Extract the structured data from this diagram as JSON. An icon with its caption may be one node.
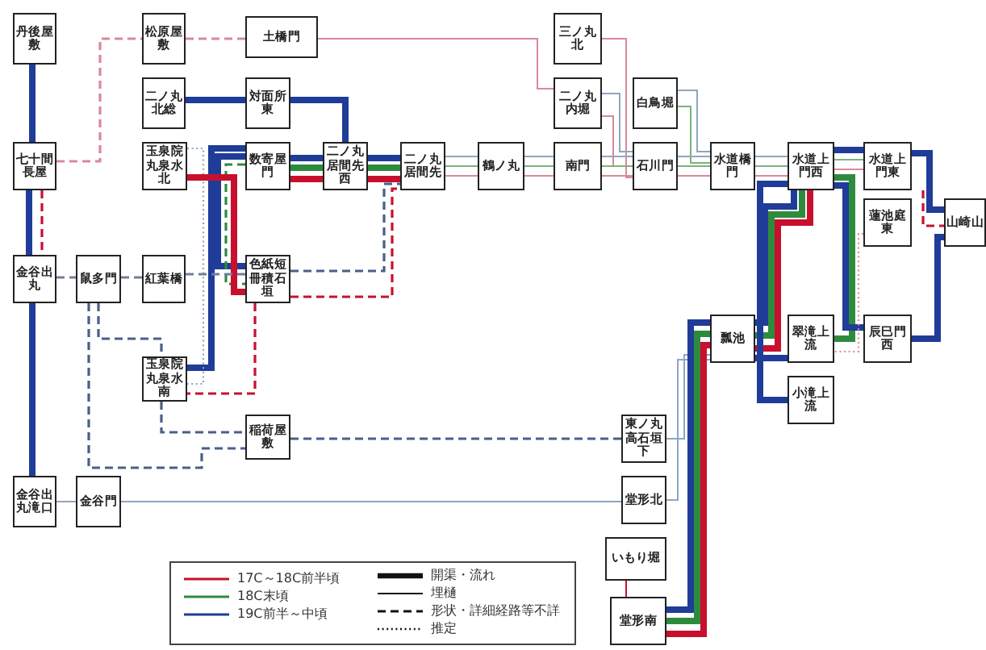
{
  "diagram": {
    "nodes": [
      {
        "text": [
          "丹後屋敷"
        ]
      },
      {
        "text": [
          "松原屋敷"
        ]
      },
      {
        "text": [
          "土橋門"
        ]
      },
      {
        "text": [
          "三ノ丸北"
        ]
      },
      {
        "text": [
          "二ノ丸北総"
        ]
      },
      {
        "text": [
          "対面所東"
        ]
      },
      {
        "text": [
          "二ノ丸内堀"
        ]
      },
      {
        "text": [
          "白鳥堀"
        ]
      },
      {
        "text": [
          "玉泉院丸泉水北"
        ]
      },
      {
        "text": [
          "数寄屋門"
        ]
      },
      {
        "text": [
          "二ノ丸居間先西"
        ]
      },
      {
        "text": [
          "二ノ丸居間先"
        ]
      },
      {
        "text": [
          "鶴ノ丸"
        ]
      },
      {
        "text": [
          "南門"
        ]
      },
      {
        "text": [
          "石川門"
        ]
      },
      {
        "text": [
          "水道橋門"
        ]
      },
      {
        "text": [
          "水道上門西"
        ]
      },
      {
        "text": [
          "水道上門東"
        ]
      },
      {
        "text": [
          "蓮池庭東"
        ]
      },
      {
        "text": [
          "山崎山"
        ]
      },
      {
        "text": [
          "七十間長屋"
        ]
      },
      {
        "text": [
          "金谷出丸"
        ]
      },
      {
        "text": [
          "鼠多門"
        ]
      },
      {
        "text": [
          "紅葉橋"
        ]
      },
      {
        "text": [
          "色紙短冊積石垣"
        ]
      },
      {
        "text": [
          "玉泉院丸泉水南"
        ]
      },
      {
        "text": [
          "稲荷屋敷"
        ]
      },
      {
        "text": [
          "東ノ丸高石垣下"
        ]
      },
      {
        "text": [
          "瓢池"
        ]
      },
      {
        "text": [
          "翠滝上流"
        ]
      },
      {
        "text": [
          "辰巳門西"
        ]
      },
      {
        "text": [
          "小滝上流"
        ]
      },
      {
        "text": [
          "金谷出丸滝口"
        ]
      },
      {
        "text": [
          "金谷門"
        ]
      },
      {
        "text": [
          "堂形北"
        ]
      },
      {
        "text": [
          "いもり堀"
        ]
      },
      {
        "text": [
          "堂形南"
        ]
      }
    ],
    "edges": [
      {
        "from": 0,
        "to": 20,
        "arrow": "none",
        "style": "thick",
        "color": "#1f3c99"
      },
      {
        "from": 20,
        "to": 21,
        "arrow": "none",
        "style": "thick",
        "color": "#1f3c99"
      },
      {
        "from": 20,
        "to": 21,
        "arrow": "none",
        "style": "dashed",
        "color": "#c8102e"
      },
      {
        "from": 21,
        "to": 32,
        "arrow": "none",
        "style": "thick",
        "color": "#1f3c99"
      },
      {
        "from": 20,
        "to": 1,
        "arrow": "none",
        "style": "dashed",
        "color": "#d88a99"
      },
      {
        "from": 1,
        "to": 2,
        "arrow": "none",
        "style": "dashed",
        "color": "#d88a99"
      },
      {
        "from": 2,
        "to": 6,
        "arrow": "none",
        "color": "#d88a99"
      },
      {
        "from": 3,
        "to": 14,
        "arrow": "none",
        "color": "#d88a99"
      },
      {
        "from": 6,
        "to": 14,
        "arrow": "none",
        "color": "#8fa6c0"
      },
      {
        "from": 6,
        "to": 14,
        "arrow": "none",
        "color": "#d88a99"
      },
      {
        "from": 7,
        "to": 15,
        "arrow": "none",
        "color": "#8fa6c0"
      },
      {
        "from": 7,
        "to": 15,
        "arrow": "none",
        "color": "#7fb07f"
      },
      {
        "from": 11,
        "to": 12,
        "arrow": "none",
        "color": "#8fa6c0"
      },
      {
        "from": 11,
        "to": 12,
        "arrow": "none",
        "color": "#7fb07f"
      },
      {
        "from": 11,
        "to": 12,
        "arrow": "none",
        "color": "#d88a99"
      },
      {
        "from": 12,
        "to": 13,
        "arrow": "none",
        "color": "#8fa6c0"
      },
      {
        "from": 12,
        "to": 13,
        "arrow": "none",
        "color": "#7fb07f"
      },
      {
        "from": 12,
        "to": 13,
        "arrow": "none",
        "color": "#d88a99"
      },
      {
        "from": 13,
        "to": 14,
        "arrow": "none",
        "color": "#8fa6c0"
      },
      {
        "from": 13,
        "to": 14,
        "arrow": "none",
        "color": "#7fb07f"
      },
      {
        "from": 13,
        "to": 14,
        "arrow": "none",
        "color": "#d88a99"
      },
      {
        "from": 14,
        "to": 15,
        "arrow": "none",
        "color": "#8fa6c0"
      },
      {
        "from": 14,
        "to": 15,
        "arrow": "none",
        "color": "#7fb07f"
      },
      {
        "from": 14,
        "to": 15,
        "arrow": "none",
        "color": "#d88a99"
      },
      {
        "from": 15,
        "to": 16,
        "arrow": "none",
        "color": "#8fa6c0"
      },
      {
        "from": 15,
        "to": 16,
        "arrow": "none",
        "color": "#7fb07f"
      },
      {
        "from": 15,
        "to": 16,
        "arrow": "none",
        "color": "#d88a99"
      },
      {
        "from": 10,
        "to": 11,
        "arrow": "none",
        "style": "thick",
        "color": "#1f3c99"
      },
      {
        "from": 10,
        "to": 11,
        "arrow": "none",
        "style": "thick",
        "color": "#2e8b3e"
      },
      {
        "from": 10,
        "to": 11,
        "arrow": "none",
        "style": "thick",
        "color": "#c8102e"
      },
      {
        "from": 9,
        "to": 10,
        "arrow": "none",
        "style": "thick",
        "color": "#1f3c99"
      },
      {
        "from": 9,
        "to": 10,
        "arrow": "none",
        "style": "thick",
        "color": "#2e8b3e"
      },
      {
        "from": 9,
        "to": 10,
        "arrow": "none",
        "style": "thick",
        "color": "#c8102e"
      },
      {
        "from": 4,
        "to": 5,
        "arrow": "none",
        "style": "thick",
        "color": "#1f3c99"
      },
      {
        "from": 5,
        "to": 10,
        "arrow": "none",
        "style": "thick",
        "color": "#1f3c99"
      },
      {
        "from": 9,
        "to": 24,
        "arrow": "none",
        "style": "thick",
        "color": "#1f3c99"
      },
      {
        "from": 9,
        "to": 24,
        "arrow": "none",
        "style": "dashed",
        "color": "#2e8b3e"
      },
      {
        "from": 9,
        "to": 25,
        "arrow": "none",
        "style": "thick",
        "color": "#1f3c99"
      },
      {
        "from": 8,
        "to": 25,
        "arrow": "none",
        "style": "dashed",
        "color": "#8fa6c0"
      },
      {
        "from": 8,
        "to": 24,
        "arrow": "none",
        "style": "thick",
        "color": "#c8102e"
      },
      {
        "from": 24,
        "to": 25,
        "arrow": "none",
        "style": "dashed",
        "color": "#c8102e"
      },
      {
        "from": 24,
        "to": 11,
        "arrow": "none",
        "style": "dashed",
        "color": "#4a5f8a"
      },
      {
        "from": 24,
        "to": 11,
        "arrow": "none",
        "style": "dashed",
        "color": "#c8102e"
      },
      {
        "from": 21,
        "to": 22,
        "arrow": "none",
        "style": "dashed",
        "color": "#6f7f99"
      },
      {
        "from": 22,
        "to": 23,
        "arrow": "none",
        "style": "dashed",
        "color": "#6f7f99"
      },
      {
        "from": 23,
        "to": 24,
        "arrow": "none",
        "style": "dashed",
        "color": "#6f7f99"
      },
      {
        "from": 22,
        "to": 25,
        "arrow": "none",
        "style": "dashed",
        "color": "#4a5f8a"
      },
      {
        "from": 22,
        "to": 26,
        "arrow": "none",
        "style": "dashed",
        "color": "#4a5f8a"
      },
      {
        "from": 25,
        "to": 26,
        "arrow": "none",
        "style": "dashed",
        "color": "#4a5f8a"
      },
      {
        "from": 26,
        "to": 27,
        "arrow": "none",
        "style": "dashed",
        "color": "#4a5f8a"
      },
      {
        "from": 32,
        "to": 33,
        "arrow": "none",
        "color": "#8fa6c0"
      },
      {
        "from": 33,
        "to": 34,
        "arrow": "none",
        "color": "#8fa6c0"
      },
      {
        "from": 27,
        "to": 28,
        "arrow": "none",
        "color": "#8fa6c0"
      },
      {
        "from": 34,
        "to": 28,
        "arrow": "none",
        "color": "#8fa6c0"
      },
      {
        "from": 28,
        "to": 36,
        "arrow": "none",
        "style": "thick",
        "color": "#1f3c99"
      },
      {
        "from": 28,
        "to": 36,
        "arrow": "none",
        "style": "thick",
        "color": "#2e8b3e"
      },
      {
        "from": 28,
        "to": 36,
        "arrow": "none",
        "style": "thick",
        "color": "#c8102e"
      },
      {
        "from": 35,
        "to": 36,
        "arrow": "none",
        "color": "#c8102e"
      },
      {
        "from": 16,
        "to": 28,
        "arrow": "none",
        "style": "thick",
        "color": "#1f3c99"
      },
      {
        "from": 16,
        "to": 28,
        "arrow": "none",
        "style": "thick",
        "color": "#2e8b3e"
      },
      {
        "from": 16,
        "to": 28,
        "arrow": "none",
        "style": "thick",
        "color": "#c8102e"
      },
      {
        "from": 28,
        "to": 29,
        "arrow": "none",
        "style": "thick",
        "color": "#1f3c99"
      },
      {
        "from": 16,
        "to": 17,
        "arrow": "none",
        "style": "thick",
        "color": "#1f3c99"
      },
      {
        "from": 16,
        "to": 17,
        "arrow": "none",
        "color": "#7fb07f"
      },
      {
        "from": 16,
        "to": 17,
        "arrow": "none",
        "color": "#d88a99"
      },
      {
        "from": 17,
        "to": 19,
        "arrow": "none",
        "style": "thick",
        "color": "#1f3c99"
      },
      {
        "from": 30,
        "to": 19,
        "arrow": "none",
        "style": "thick",
        "color": "#1f3c99"
      },
      {
        "from": 17,
        "to": 19,
        "arrow": "none",
        "style": "dashed",
        "color": "#c8102e"
      },
      {
        "from": 16,
        "to": 29,
        "arrow": "none",
        "style": "thick",
        "color": "#2e8b3e"
      },
      {
        "from": 16,
        "to": 30,
        "arrow": "none",
        "style": "thick",
        "color": "#1f3c99"
      },
      {
        "from": 18,
        "to": 29,
        "arrow": "none",
        "style": "dashed",
        "color": "#d88a99"
      },
      {
        "from": 16,
        "to": 31,
        "arrow": "none",
        "style": "thick",
        "color": "#1f3c99"
      }
    ],
    "legend": [
      {
        "text": "17C～18C前半頃",
        "color": "#c8102e"
      },
      {
        "text": "18C末頃",
        "color": "#2e8b3e"
      },
      {
        "text": "19C前半～中頃",
        "color": "#1f3c99"
      },
      {
        "text": "開渠・流れ"
      },
      {
        "text": "埋樋"
      },
      {
        "text": "形状・詳細経路等不詳"
      },
      {
        "text": "推定"
      }
    ]
  }
}
